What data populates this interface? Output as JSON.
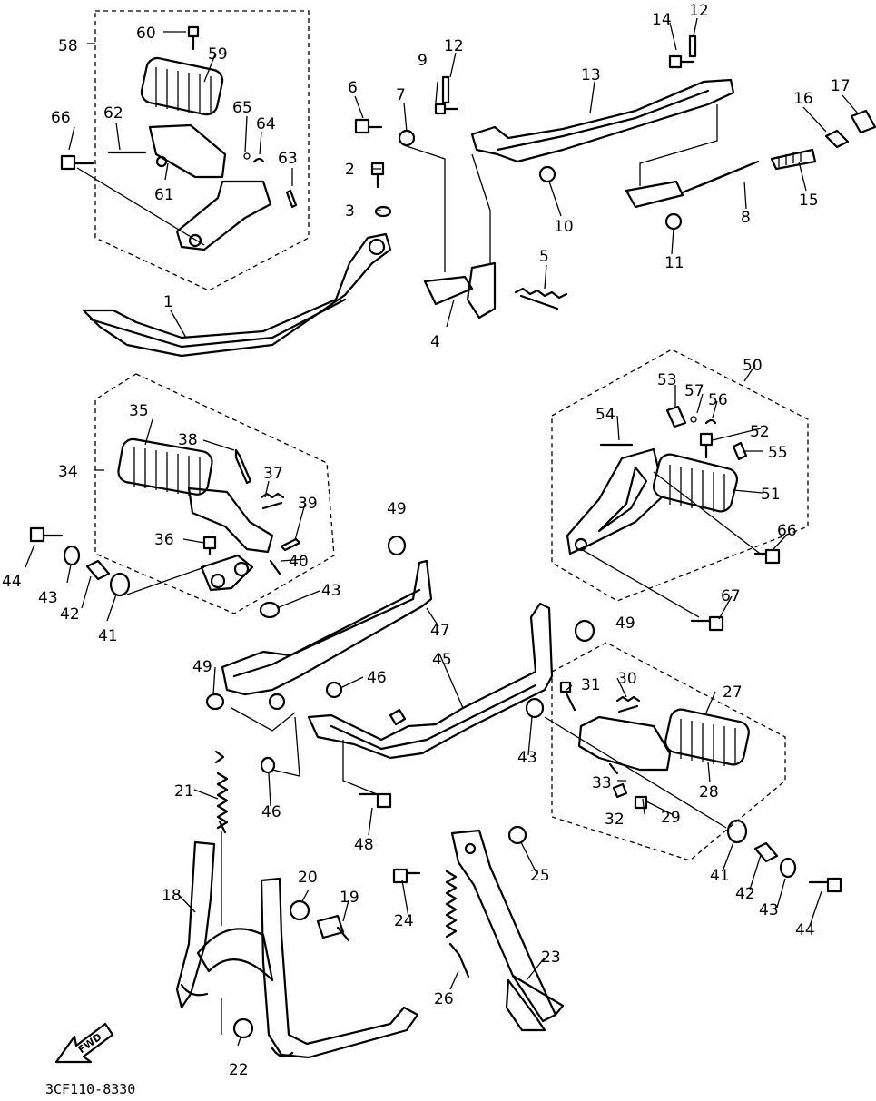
{
  "diagram": {
    "drawing_code": "3CF110-8330",
    "fwd_arrow_text": "FWD",
    "part_labels": [
      "1",
      "2",
      "3",
      "4",
      "5",
      "6",
      "7",
      "8",
      "9",
      "10",
      "11",
      "12",
      "12",
      "13",
      "14",
      "15",
      "16",
      "17",
      "18",
      "19",
      "20",
      "21",
      "22",
      "23",
      "24",
      "25",
      "26",
      "27",
      "28",
      "29",
      "30",
      "31",
      "32",
      "33",
      "34",
      "35",
      "36",
      "37",
      "38",
      "39",
      "40",
      "41",
      "41",
      "42",
      "42",
      "43",
      "43",
      "43",
      "43",
      "44",
      "44",
      "45",
      "46",
      "46",
      "47",
      "48",
      "49",
      "49",
      "49",
      "50",
      "51",
      "52",
      "53",
      "54",
      "55",
      "56",
      "57",
      "58",
      "59",
      "60",
      "61",
      "62",
      "63",
      "64",
      "65",
      "66",
      "66",
      "67"
    ]
  }
}
